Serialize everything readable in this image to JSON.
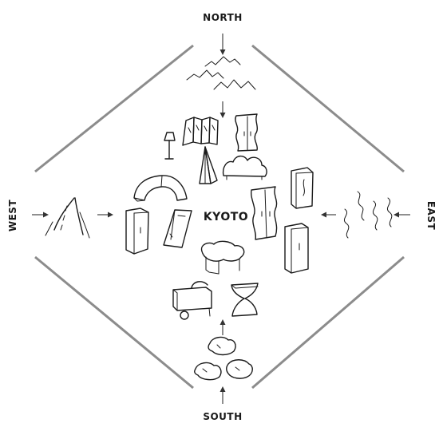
{
  "labels": {
    "north": "NORTH",
    "south": "SOUTH",
    "east": "EAST",
    "west": "WEST",
    "center": "KYOTO"
  },
  "colors": {
    "ink": "#1a1a1a",
    "frame": "#8c8c8c"
  },
  "icons": [
    "mountains-icon",
    "folding-screen-icon",
    "floor-lamp-icon",
    "cone-screen-icon",
    "wavy-cabinet-icon",
    "cloud-sofa-icon",
    "tall-wardrobe-icon",
    "arch-bench-icon",
    "cabinet-icon",
    "leaning-cabinet-icon",
    "wavy-tall-cabinet-icon",
    "plain-wardrobe-icon",
    "cloud-table-icon",
    "cart-icon",
    "hourglass-stool-icon",
    "road-icon",
    "wind-lines-icon",
    "rocks-icon"
  ]
}
